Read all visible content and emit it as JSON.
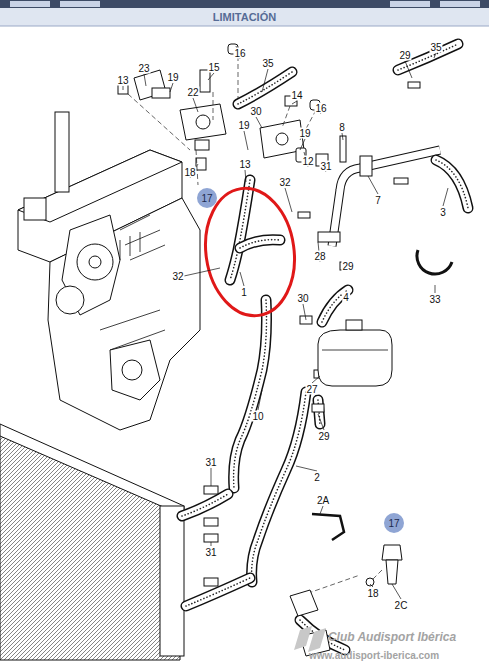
{
  "diagram": {
    "title": "LIMITACIÓN",
    "nodes": [
      {
        "text": [
          "17"
        ]
      },
      {
        "text": [
          "17"
        ]
      }
    ],
    "labels": [
      "16",
      "29",
      "35",
      "13",
      "23",
      "19",
      "15",
      "35",
      "22",
      "14",
      "16",
      "30",
      "19",
      "19",
      "8",
      "13",
      "12",
      "31",
      "18",
      "32",
      "7",
      "3",
      "32",
      "28",
      "29",
      "1",
      "30",
      "4",
      "33",
      "27",
      "10",
      "29",
      "31",
      "2",
      "2A",
      "31",
      "18",
      "2C",
      "Club Audisport Ibérica",
      "www.audisport-iberica.com"
    ]
  }
}
